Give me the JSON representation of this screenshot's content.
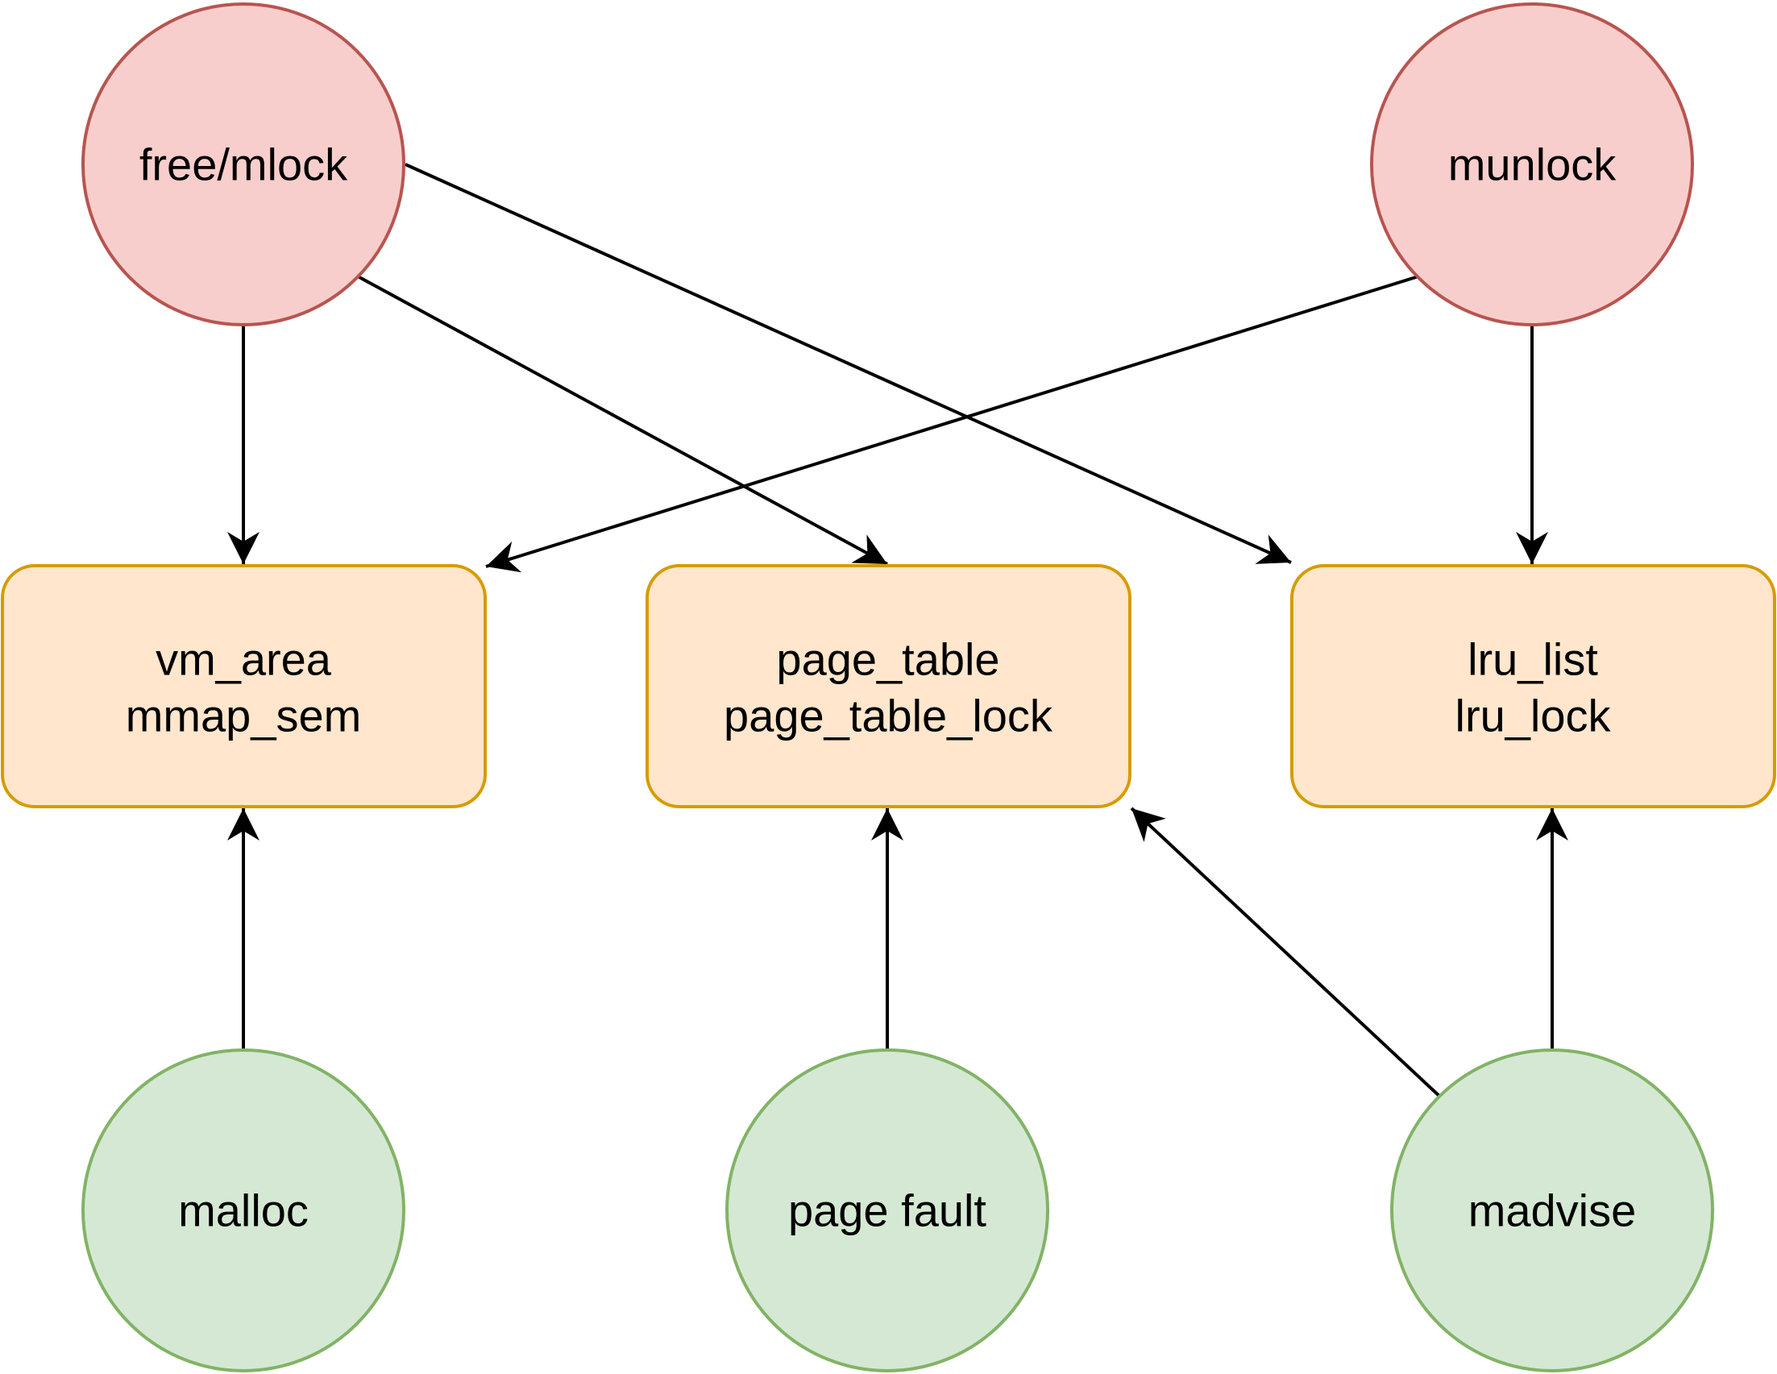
{
  "colors": {
    "red_fill": "#f8cecc",
    "red_stroke": "#b85450",
    "orange_fill": "#ffe6cc",
    "orange_stroke": "#d79b00",
    "green_fill": "#d5e8d4",
    "green_stroke": "#82b366",
    "edge": "#000000"
  },
  "nodes": {
    "free_mlock": {
      "label": "free/mlock"
    },
    "munlock": {
      "label": "munlock"
    },
    "vm_area": {
      "lines": [
        "vm_area",
        "mmap_sem"
      ]
    },
    "page_table": {
      "lines": [
        "page_table",
        "page_table_lock"
      ]
    },
    "lru_list": {
      "lines": [
        "lru_list",
        "lru_lock"
      ]
    },
    "malloc": {
      "label": "malloc"
    },
    "page_fault": {
      "label": "page fault"
    },
    "madvise": {
      "label": "madvise"
    }
  }
}
